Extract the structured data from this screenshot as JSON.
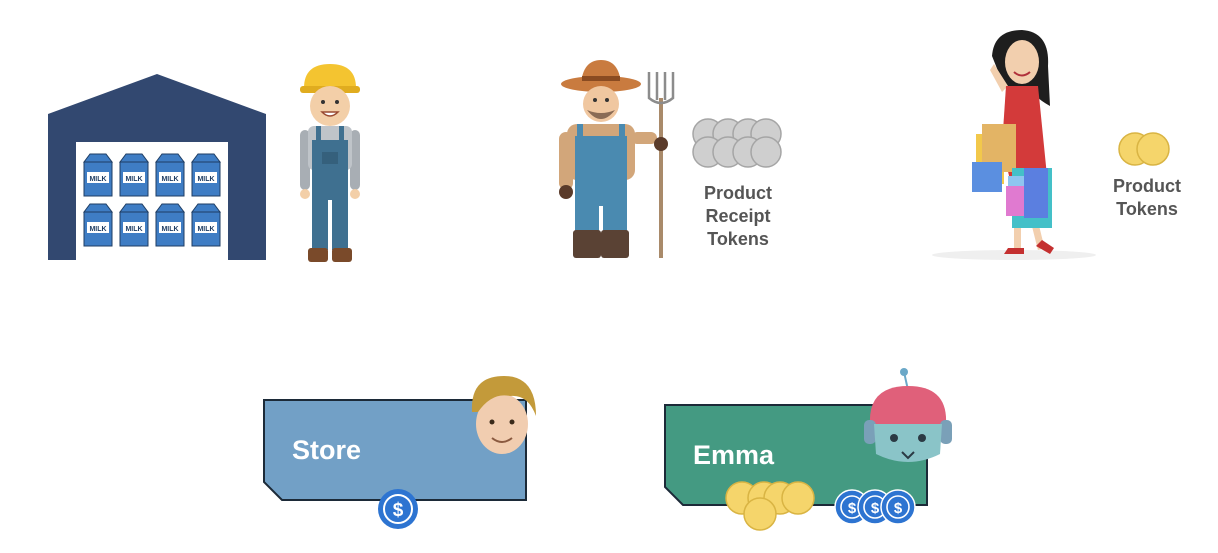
{
  "warehouse": {
    "carton_text": "MILK",
    "carton_count": 8,
    "colors": {
      "building": "#324870",
      "carton": "#3f7dc4"
    }
  },
  "worker": {
    "icon": "construction-worker-icon"
  },
  "farmer": {
    "icon": "farmer-with-pitchfork-icon"
  },
  "receipt_tokens": {
    "label_lines": [
      "Product",
      "Receipt",
      "Tokens"
    ],
    "color": "#cfcfcf"
  },
  "shopper": {
    "icon": "woman-with-shopping-bags-icon"
  },
  "product_tokens": {
    "label_lines": [
      "Product",
      "Tokens"
    ],
    "color": "#f5d56b"
  },
  "store_card": {
    "name": "Store",
    "color": "#72a0c6",
    "avatar_icon": "man-avatar-icon",
    "coin_icon": "usdc-coin-icon"
  },
  "emma_card": {
    "name": "Emma",
    "color": "#449a82",
    "avatar_icon": "robot-avatar-icon",
    "gold_coin_count": 5,
    "usdc_coin_count": 3
  }
}
